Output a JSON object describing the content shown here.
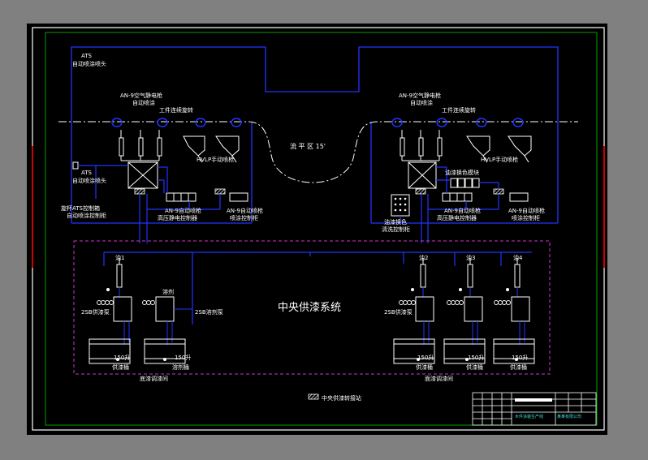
{
  "colors": {
    "background": "#808080",
    "sheet": "#000000",
    "frame": "#ffffff",
    "inner_frame": "#00a000",
    "pipe_blue": "#2233ff",
    "zone_magenta": "#cc33cc",
    "conveyor": "#ffffff",
    "label": "#ffffff",
    "accent_red": "#cc0000",
    "cyan": "#44dddd"
  },
  "labels": {
    "ats_head_1": "ATS",
    "ats_head_2": "自动喷涂喷头",
    "an9_air_left_1": "AN-9空气静电枪",
    "an9_air_left_2": "自动喷涂",
    "rotate_left": "工件连续旋转",
    "an9_air_right_1": "AN-9空气静电枪",
    "an9_air_right_2": "自动喷涂",
    "rotate_right": "工件连续旋转",
    "flow_zone": "流 平 区 15'",
    "hvlp_left": "HVLP手动喷枪",
    "hvlp_right": "HVLP手动喷枪",
    "ats_head_lower_1": "ATS",
    "ats_head_lower_2": "自动喷涂喷头",
    "color_valve": "油漆换色模块",
    "rotary_ctrl_1": "旋杯ATS控制箱",
    "rotary_ctrl_2": "自动喷涂控制柜",
    "an9_hv_left_1": "AN-9自动喷枪",
    "an9_hv_left_2": "高压静电控制器",
    "an9_spray_left_1": "AN-9自动喷枪",
    "an9_spray_left_2": "喷涂控制柜",
    "color_clean_1": "油漆换色",
    "color_clean_2": "清洗控制柜",
    "an9_hv_right_1": "AN-9自动喷枪",
    "an9_hv_right_2": "高压静电控制器",
    "an9_spray_right_1": "AN-9自动喷枪",
    "an9_spray_right_2": "喷涂控制柜",
    "system_title": "中央供漆系统",
    "primer_room": "底漆调漆间",
    "topcoat_room": "面漆调漆间",
    "legend_text": "中央供漆转接站"
  },
  "supply_units": [
    {
      "top_label": "油1",
      "pump_label": "2SB供漆泵",
      "tank_volume": "150升",
      "tank_label": "供漆桶"
    },
    {
      "top_label": "溶剂",
      "pump_label": "2SB溶剂泵",
      "tank_volume": "150升",
      "tank_label": "溶剂桶"
    },
    {
      "top_label": "油2",
      "pump_label": "2SB供漆泵",
      "tank_volume": "150升",
      "tank_label": "供漆桶"
    },
    {
      "top_label": "油3",
      "pump_label": "",
      "tank_volume": "150升",
      "tank_label": "供漆桶"
    },
    {
      "top_label": "油4",
      "pump_label": "",
      "tank_volume": "150升",
      "tank_label": "供漆桶"
    }
  ],
  "title_block": {
    "drawing_name": "木件涂装生产线",
    "company": "某某有限公司"
  }
}
